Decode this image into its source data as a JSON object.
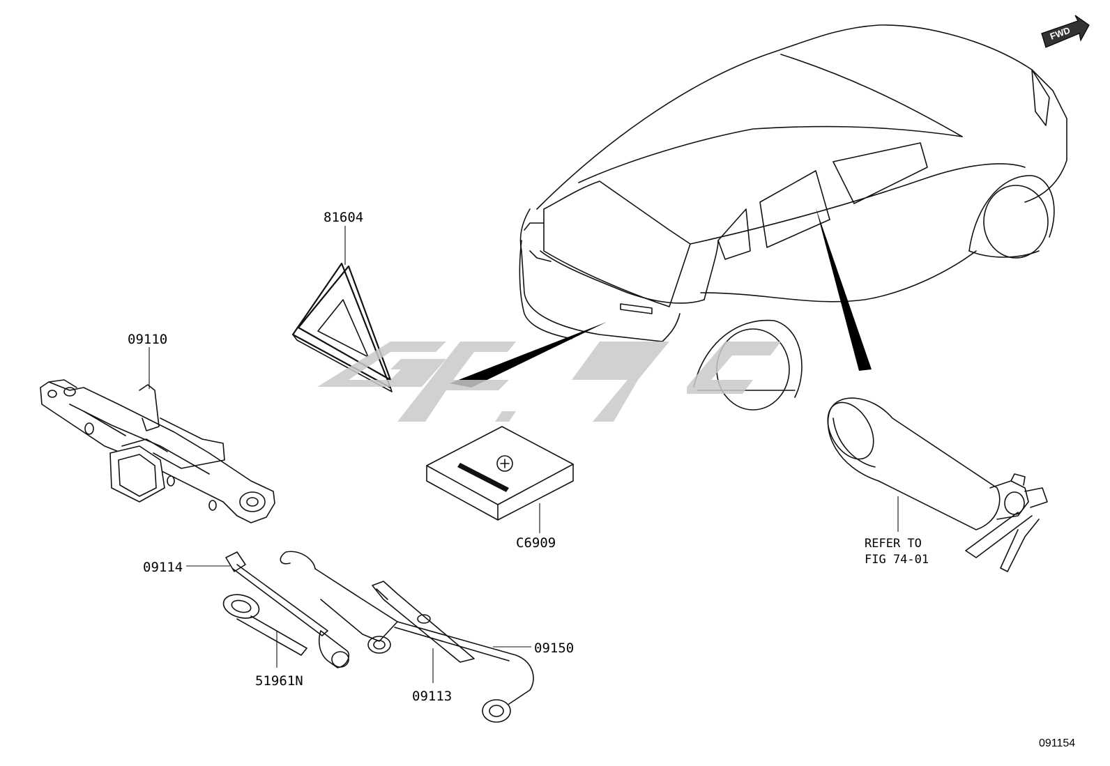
{
  "fwd_label": "FWD",
  "watermark_color": "#c9c9c9",
  "parts": {
    "warning_triangle": "81604",
    "jack": "09110",
    "jack_handle": "09114",
    "wrench": "51961N",
    "tool_bar": "09113",
    "lug_wrench": "09150",
    "first_aid_kit": "C6909"
  },
  "reference": {
    "line1": "REFER TO",
    "line2": "FIG 74-01"
  },
  "figure_number": "091154"
}
